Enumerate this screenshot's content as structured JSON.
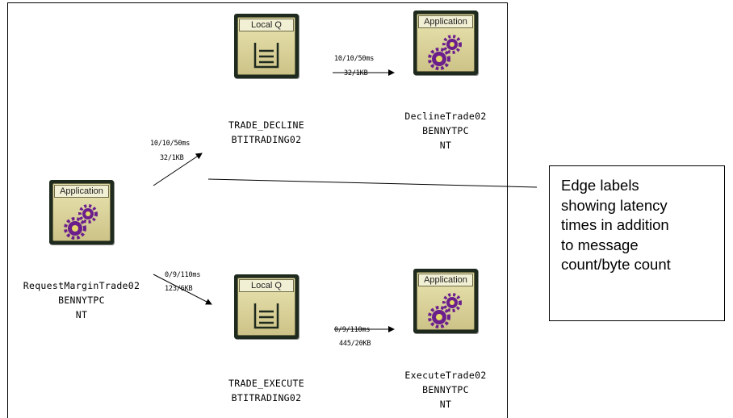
{
  "nodes": {
    "local_q_decline": {
      "tag": "Local Q",
      "lines": [
        "TRADE_DECLINE",
        "BTITRADING02"
      ]
    },
    "app_decline": {
      "tag": "Application",
      "lines": [
        "DeclineTrade02",
        "BENNYTPC",
        "NT"
      ]
    },
    "app_request": {
      "tag": "Application",
      "lines": [
        "RequestMarginTrade02",
        "BENNYTPC",
        "NT"
      ]
    },
    "local_q_execute": {
      "tag": "Local Q",
      "lines": [
        "TRADE_EXECUTE",
        "BTITRADING02"
      ]
    },
    "app_execute": {
      "tag": "Application",
      "lines": [
        "ExecuteTrade02",
        "BENNYTPC",
        "NT"
      ]
    }
  },
  "edges": {
    "decline_to_app": {
      "latency": "10/10/50ms",
      "count": "32/1KB"
    },
    "request_to_decline": {
      "latency": "10/10/50ms",
      "count": "32/1KB"
    },
    "request_to_execute": {
      "latency": "0/9/110ms",
      "count": "123/6KB"
    },
    "execute_to_app": {
      "latency": "0/9/110ms",
      "count": "445/20KB"
    }
  },
  "callout": {
    "lines": [
      "Edge labels",
      "showing latency",
      "times in addition",
      "to message",
      "count/byte count"
    ]
  },
  "colors": {
    "node_fill": "#d8d09a",
    "node_border": "#1e2a1e",
    "gear": "#6b1f8c"
  }
}
